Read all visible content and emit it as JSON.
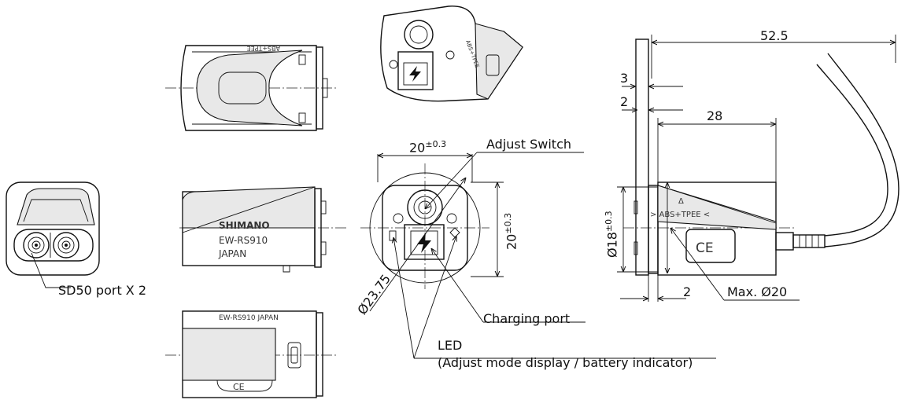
{
  "dimensions": {
    "width_20": "20",
    "tol_03": "±0.3",
    "height_20": "20",
    "dia_2375": "Ø23.75",
    "len_525": "52.5",
    "len_3": "3",
    "len_2_top": "2",
    "len_28": "28",
    "dia_18": "Ø18",
    "len_2_bottom": "2",
    "max_dia_20": "Max. Ø20"
  },
  "callouts": {
    "adjust_switch": "Adjust Switch",
    "charging_port": "Charging port",
    "led_title": "LED",
    "led_desc": "(Adjust mode display / battery indicator)",
    "sd50_port": "SD50 port X 2"
  },
  "engraving": {
    "brand": "SHIMANO",
    "model": "EW-RS910",
    "origin": "JAPAN",
    "material": "> ABS+TPEE <",
    "material_short": "ABS+TPEE",
    "ce_mark": "CE",
    "top_mark": "Δ",
    "bottom_flipped": "EW-RS910 JAPAN"
  },
  "icons": {
    "charge": "lightning-bolt-icon",
    "led_indicator": "led-icon"
  }
}
